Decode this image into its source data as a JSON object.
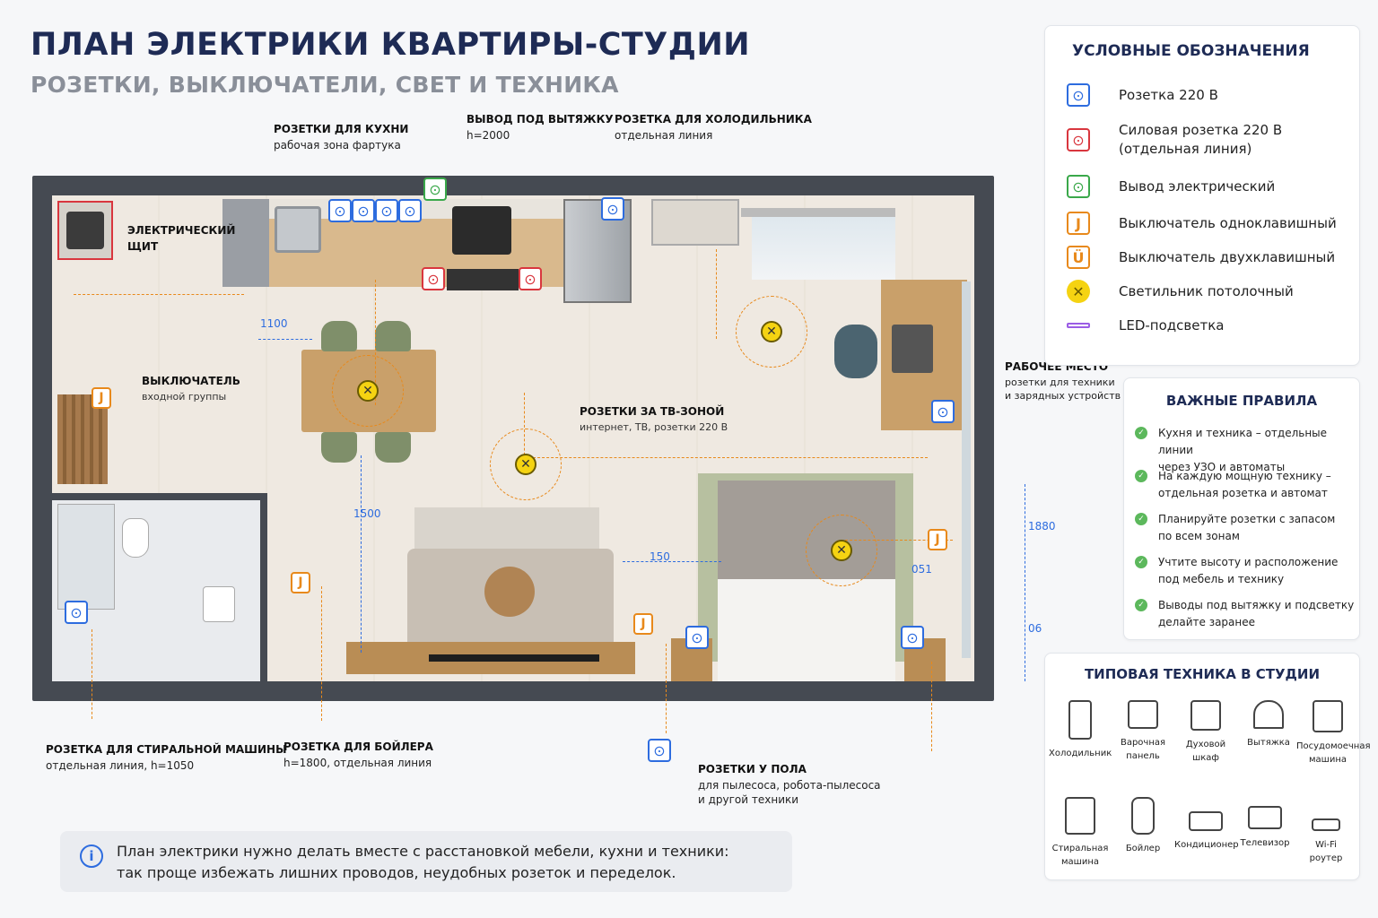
{
  "header": {
    "title": "ПЛАН ЭЛЕКТРИКИ КВАРТИРЫ-СТУДИИ",
    "subtitle": "РОЗЕТКИ, ВЫКЛЮЧАТЕЛИ, СВЕТ И ТЕХНИКА"
  },
  "callouts": {
    "kitchen_sockets": {
      "title": "РОЗЕТКИ ДЛЯ КУХНИ",
      "note": "рабочая зона фартука"
    },
    "hood_outlet": {
      "title": "ВЫВОД ПОД ВЫТЯЖКУ",
      "note": "h=2000"
    },
    "fridge_socket": {
      "title": "РОЗЕТКА ДЛЯ ХОЛОДИЛЬНИКА",
      "note": "отдельная линия"
    },
    "panel": {
      "title": "ЭЛЕКТРИЧЕСКИЙ",
      "title2": "ЩИТ"
    },
    "entry_switch": {
      "title": "ВЫКЛЮЧАТЕЛЬ",
      "note": "входной группы"
    },
    "tv_sockets": {
      "title": "РОЗЕТКИ ЗА ТВ-ЗОНОЙ",
      "note": "интернет, ТВ, розетки 220 В"
    },
    "workplace": {
      "title": "РАБОЧЕЕ МЕСТО",
      "note": "розетки для техники",
      "note2": "и зарядных устройств"
    },
    "washer_socket": {
      "title": "РОЗЕТКА ДЛЯ СТИРАЛЬНОЙ МАШИНЫ",
      "note": "отдельная линия, h=1050"
    },
    "boiler_socket": {
      "title": "РОЗЕТКА ДЛЯ БОЙЛЕРА",
      "note": "h=1800, отдельная линия"
    },
    "floor_sockets": {
      "title": "РОЗЕТКИ У ПОЛА",
      "note": "для пылесоса, робота-пылесоса",
      "note2": "и другой техники"
    }
  },
  "dimensions": {
    "d1": "1100",
    "d2": "1500",
    "d3": "150",
    "d4": "1880",
    "d5": "051",
    "d6": "06"
  },
  "legend": {
    "title": "УСЛОВНЫЕ ОБОЗНАЧЕНИЯ",
    "items": [
      {
        "label": "Розетка 220 В",
        "color": "#2d6cdf",
        "icon": "socket-icon"
      },
      {
        "label": "Силовая розетка 220 В",
        "label2": "(отдельная линия)",
        "color": "#d9363e",
        "icon": "power-socket-icon"
      },
      {
        "label": "Вывод электрический",
        "color": "#3aa84a",
        "icon": "outlet-icon"
      },
      {
        "label": "Выключатель одноклавишный",
        "color": "#e8891b",
        "icon": "single-switch-icon"
      },
      {
        "label": "Выключатель двухклавишный",
        "color": "#e8891b",
        "icon": "double-switch-icon"
      },
      {
        "label": "Светильник потолочный",
        "color": "#f5d312",
        "icon": "ceiling-light-icon"
      },
      {
        "label": "LED-подсветка",
        "color": "#9b5de5",
        "icon": "led-strip-icon"
      }
    ]
  },
  "rules": {
    "title": "ВАЖНЫЕ ПРАВИЛА",
    "items": [
      {
        "l1": "Кухня и техника – отдельные линии",
        "l2": "через УЗО и автоматы"
      },
      {
        "l1": "На каждую мощную технику –",
        "l2": "отдельная розетка и автомат"
      },
      {
        "l1": "Планируйте розетки с запасом",
        "l2": "по всем зонам"
      },
      {
        "l1": "Учтите высоту и расположение",
        "l2": "под мебель и технику"
      },
      {
        "l1": "Выводы под вытяжку и подсветку",
        "l2": "делайте заранее"
      }
    ]
  },
  "tech": {
    "title": "ТИПОВАЯ ТЕХНИКА В СТУДИИ",
    "items": [
      {
        "l1": "Холодильник",
        "l2": "",
        "icon": "fridge-icon"
      },
      {
        "l1": "Варочная",
        "l2": "панель",
        "icon": "cooktop-icon"
      },
      {
        "l1": "Духовой",
        "l2": "шкаф",
        "icon": "oven-icon"
      },
      {
        "l1": "Вытяжка",
        "l2": "",
        "icon": "hood-icon"
      },
      {
        "l1": "Посудомоечная",
        "l2": "машина",
        "icon": "dishwasher-icon"
      },
      {
        "l1": "Стиральная",
        "l2": "машина",
        "icon": "washer-icon"
      },
      {
        "l1": "Бойлер",
        "l2": "",
        "icon": "boiler-icon"
      },
      {
        "l1": "Кондиционер",
        "l2": "",
        "icon": "ac-icon"
      },
      {
        "l1": "Телевизор",
        "l2": "",
        "icon": "tv-icon"
      },
      {
        "l1": "Wi-Fi",
        "l2": "роутер",
        "icon": "router-icon"
      }
    ]
  },
  "info": {
    "line1": "План электрики нужно делать вместе с расстановкой мебели, кухни и техники:",
    "line2": "так проще избежать лишних проводов, неудобных розеток и переделок."
  }
}
